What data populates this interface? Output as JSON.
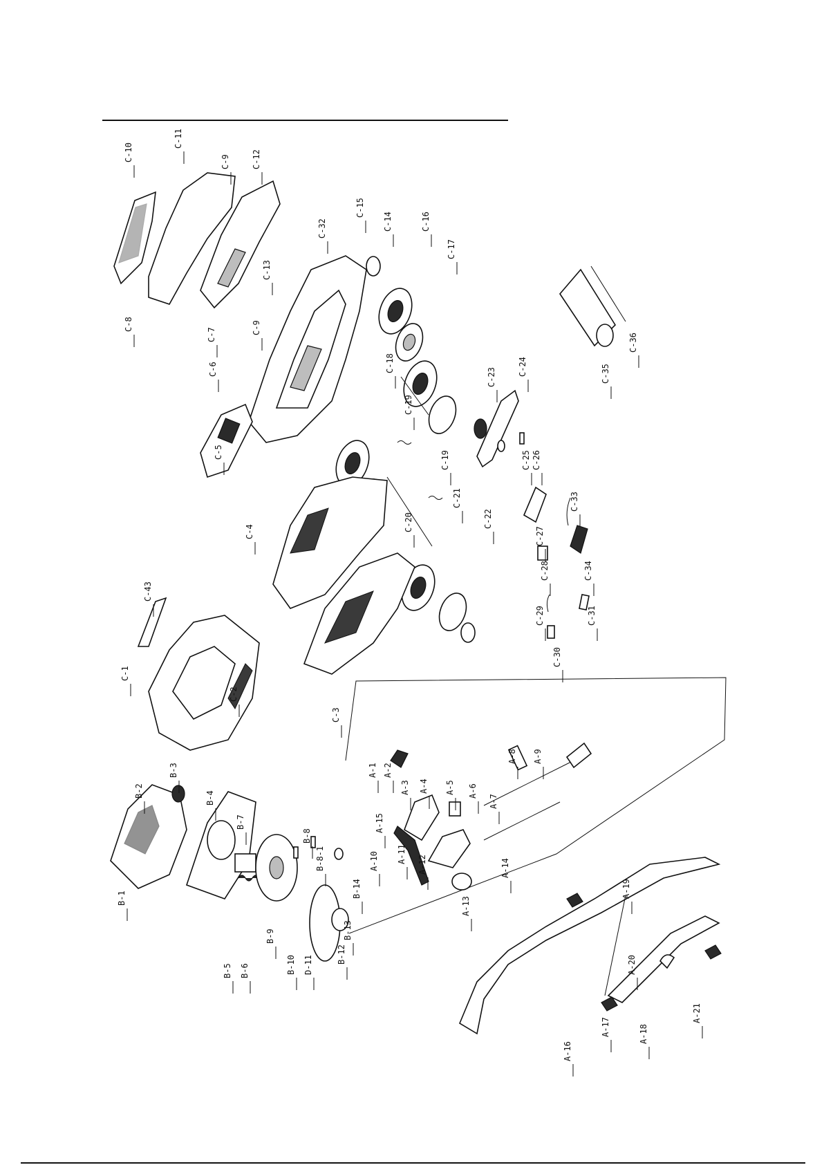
{
  "diagram": {
    "labels": [
      "C-10",
      "C-11",
      "C-9",
      "C-12",
      "C-8",
      "C-13",
      "C-32",
      "C-15",
      "C-14",
      "C-16",
      "C-17",
      "C-9",
      "C-7",
      "C-6",
      "C-18",
      "C-19",
      "C-23",
      "C-24",
      "C-35",
      "C-36",
      "C-5",
      "C-19",
      "C-20",
      "C-21",
      "C-22",
      "C-25",
      "C-26",
      "C-27",
      "C-33",
      "C-4",
      "C-43",
      "C-1",
      "C-2",
      "C-3",
      "C-28",
      "C-34",
      "C-29",
      "C-31",
      "C-30",
      "A-1",
      "A-2",
      "A-3",
      "A-4",
      "A-5",
      "A-6",
      "A-7",
      "A-8",
      "A-9",
      "A-15",
      "A-11",
      "A-10",
      "A-12",
      "A-14",
      "A-13",
      "A-19",
      "A-20",
      "A-16",
      "A-17",
      "A-18",
      "A-21",
      "B-2",
      "B-3",
      "B-4",
      "B-7",
      "B-8",
      "B-8-1",
      "B-14",
      "B-1",
      "B-5",
      "B-6",
      "B-9",
      "B-10",
      "D-11",
      "B-12",
      "B-13"
    ]
  }
}
